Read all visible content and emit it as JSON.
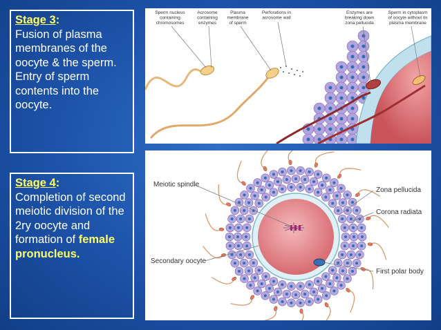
{
  "stage3": {
    "title": "Stage 3",
    "colon": ":",
    "text": " Fusion of plasma membranes of the oocyte & the sperm. Entry of sperm contents into the oocyte."
  },
  "stage4": {
    "title": "Stage 4",
    "colon": ":",
    "text": "Completion of second meiotic division of the 2ry oocyte and formation of ",
    "highlight": "female pronucleus."
  },
  "top_diagram": {
    "labels": [
      [
        "Sperm nucleus",
        "containing",
        "chromosomes"
      ],
      [
        "Acrosome",
        "containing",
        "enzymes"
      ],
      [
        "Plasma",
        "membrane",
        "of sperm"
      ],
      [
        "Perforations in",
        "acrosome wall"
      ],
      [
        "Enzymes are",
        "breaking down",
        "zona pellucida"
      ],
      [
        "Sperm in cytoplasm",
        "of oocyte without its",
        "plasma membrane"
      ]
    ]
  },
  "bottom_diagram": {
    "meiotic_spindle": "Meiotic spindle",
    "zona_pellucida": "Zona pellucida",
    "corona_radiata": "Corona radiata",
    "secondary_oocyte": "Secondary oocyte",
    "first_polar_body": "First polar body"
  },
  "colors": {
    "background": "#1c52a8",
    "highlight": "#ffff66",
    "cell_fill": "#b8a8e0",
    "oocyte_fill": "#e0797d"
  }
}
